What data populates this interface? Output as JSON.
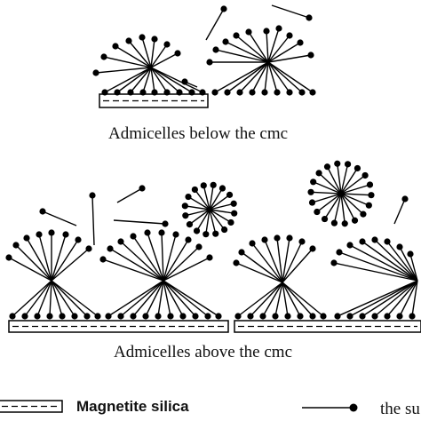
{
  "captions": {
    "below": "Admicelles below the cmc",
    "above": "Admicelles above the cmc"
  },
  "legend": {
    "silica_label": "Magnetite silica",
    "surfactant_label": "the su"
  },
  "colors": {
    "ink": "#000000",
    "background": "#ffffff"
  }
}
